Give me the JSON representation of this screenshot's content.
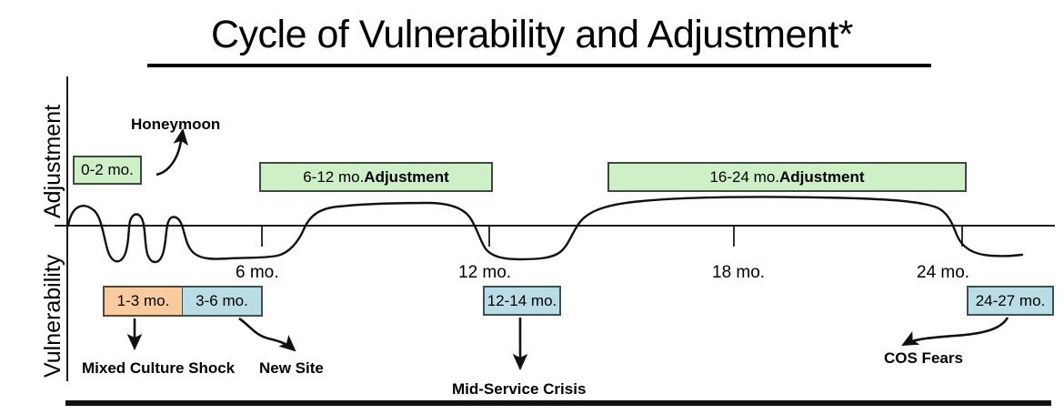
{
  "title": {
    "text": "Cycle of Vulnerability and Adjustment*"
  },
  "axes": {
    "y_upper_label": "Adjustment",
    "y_lower_label": "Vulnerability",
    "tick_labels": [
      "6 mo.",
      "12 mo.",
      "18 mo.",
      "24 mo."
    ]
  },
  "adjustment_boxes": [
    {
      "label": "0-2 mo.",
      "bold": "",
      "color": "#cdf0c6"
    },
    {
      "label": "6-12 mo. ",
      "bold": "Adjustment",
      "color": "#cdf0c6"
    },
    {
      "label": "16-24 mo. ",
      "bold": "Adjustment",
      "color": "#cdf0c6"
    }
  ],
  "vulnerability_boxes": [
    {
      "label": "1-3 mo.",
      "color": "#f7cb9d"
    },
    {
      "label": "3-6 mo.",
      "color": "#b9dde4"
    },
    {
      "label": "12-14 mo.",
      "color": "#b9dde4"
    },
    {
      "label": "24-27 mo.",
      "color": "#b9dde4"
    }
  ],
  "annotations": {
    "honeymoon": "Honeymoon",
    "mixed_culture_shock": "Mixed Culture Shock",
    "new_site": "New Site",
    "mid_service_crisis": "Mid-Service Crisis",
    "cos_fears": "COS Fears"
  },
  "colors": {
    "green": "#cdf0c6",
    "blue": "#b9dde4",
    "orange": "#f7cb9d",
    "line": "#1a1a1a"
  },
  "chart_data": {
    "type": "line",
    "title": "Cycle of Vulnerability and Adjustment*",
    "xlabel": "",
    "ylabel": "Adjustment / Vulnerability",
    "xlim": [
      0,
      27
    ],
    "grid": false,
    "legend": null,
    "tick_values": [
      6,
      12,
      18,
      24
    ],
    "tick_labels": [
      "6 mo.",
      "12 mo.",
      "18 mo.",
      "24 mo."
    ],
    "series": [
      {
        "name": "Adjustment / Vulnerability wave",
        "description": "Oscillating curve: honeymoon peak, rapid culture-shock oscillations, 3-6 mo trough, 6-12 mo adjustment hump, 12-14 mo crisis trough, 16-24 mo adjustment hump, 24-27 mo COS fears trough",
        "x": [
          0,
          0.6,
          1.2,
          1.8,
          2.3,
          2.8,
          3.3,
          3.8,
          4.3,
          5.0,
          6.0,
          7.0,
          8.5,
          10.5,
          11.5,
          12.3,
          13.0,
          14.0,
          15.0,
          16.0,
          18.0,
          21.0,
          23.5,
          24.3,
          25.0,
          27.0
        ],
        "y": [
          0,
          1.0,
          0.85,
          -1.2,
          0.8,
          -1.3,
          0.85,
          -1.2,
          0.15,
          -1.0,
          -1.05,
          0.2,
          1.05,
          1.05,
          0.2,
          -1.1,
          -1.1,
          0.3,
          1.1,
          1.25,
          1.3,
          1.3,
          0.8,
          -0.4,
          -1.0,
          -1.0
        ]
      }
    ],
    "phase_bands_above_axis": [
      {
        "label": "0-2 mo.",
        "start": 0,
        "end": 2
      },
      {
        "label": "6-12 mo. Adjustment",
        "start": 6,
        "end": 12
      },
      {
        "label": "16-24 mo. Adjustment",
        "start": 16,
        "end": 24
      }
    ],
    "phase_bands_below_axis": [
      {
        "label": "1-3 mo.",
        "start": 1,
        "end": 3,
        "note": "Mixed Culture Shock"
      },
      {
        "label": "3-6 mo.",
        "start": 3,
        "end": 6,
        "note": "New Site"
      },
      {
        "label": "12-14 mo.",
        "start": 12,
        "end": 14,
        "note": "Mid-Service Crisis"
      },
      {
        "label": "24-27 mo.",
        "start": 24,
        "end": 27,
        "note": "COS Fears"
      }
    ]
  }
}
